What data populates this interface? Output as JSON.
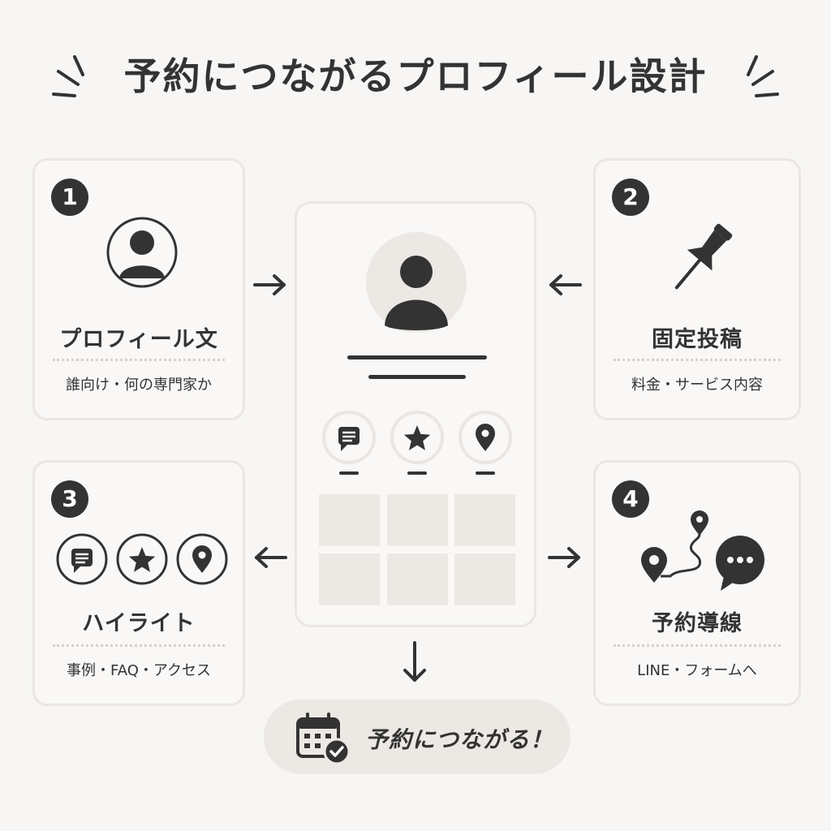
{
  "title": "予約につながるプロフィール設計",
  "cards": [
    {
      "number": "1",
      "title": "プロフィール文",
      "subtitle": "誰向け・何の専門家か",
      "icon": "avatar-icon"
    },
    {
      "number": "2",
      "title": "固定投稿",
      "subtitle": "料金・サービス内容",
      "icon": "pin-icon"
    },
    {
      "number": "3",
      "title": "ハイライト",
      "subtitle": "事例・FAQ・アクセス",
      "icon": "highlight-icons"
    },
    {
      "number": "4",
      "title": "予約導線",
      "subtitle": "LINE・フォームへ",
      "icon": "route-chat-icon"
    }
  ],
  "cta": {
    "label": "予約につながる！",
    "icon": "calendar-check-icon"
  },
  "colors": {
    "background": "#f7f6f4",
    "dark": "#333333",
    "accent": "#dccfc4",
    "light": "#ece8e4"
  }
}
